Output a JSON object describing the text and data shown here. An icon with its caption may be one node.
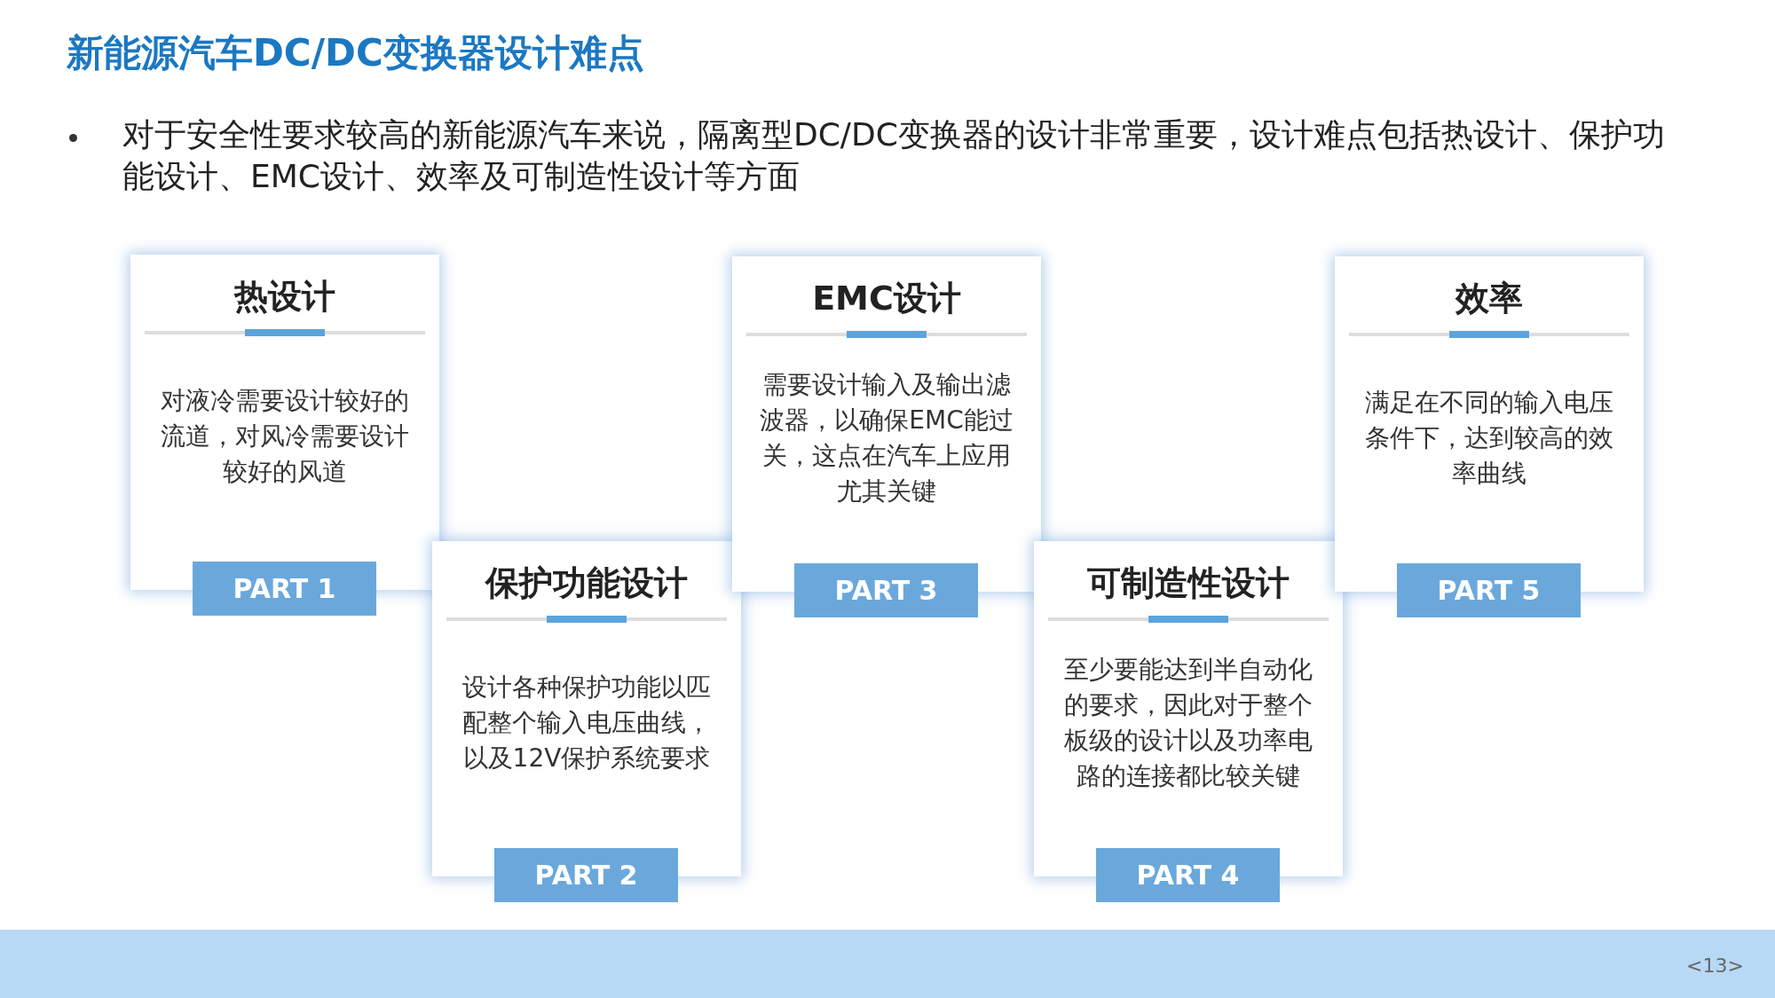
{
  "diagram": {
    "title": "新能源汽车DC/DC变换器设计难点",
    "nodes": [
      {
        "text": [
          "热设计",
          "对液冷需要设计较好的流道，对风冷需要设计较好的风道"
        ]
      },
      {
        "text": [
          "PART 1"
        ]
      },
      {
        "text": [
          "保护功能设计",
          "设计各种保护功能以匹配整个输入电压曲线，以及12V保护系统要求"
        ]
      },
      {
        "text": [
          "PART 2"
        ]
      },
      {
        "text": [
          "EMC设计",
          "需要设计输入及输出滤波器，以确保EMC能过关，这点在汽车上应用尤其关键"
        ]
      },
      {
        "text": [
          "PART 3"
        ]
      },
      {
        "text": [
          "可制造性设计",
          "至少要能达到半自动化的要求，因此对于整个板级的设计以及功率电路的连接都比较关键"
        ]
      },
      {
        "text": [
          "PART 4"
        ]
      },
      {
        "text": [
          "效率",
          "满足在不同的输入电压条件下，达到较高的效率曲线"
        ]
      },
      {
        "text": [
          "PART 5"
        ]
      }
    ],
    "labels": [
      "对于安全性要求较高的新能源汽车来说，隔离型DC/DC变换器的设计非常重要，设计难点包括热设计、保护功能设计、EMC设计、效率及可制造性设计等方面",
      "<13>"
    ]
  }
}
